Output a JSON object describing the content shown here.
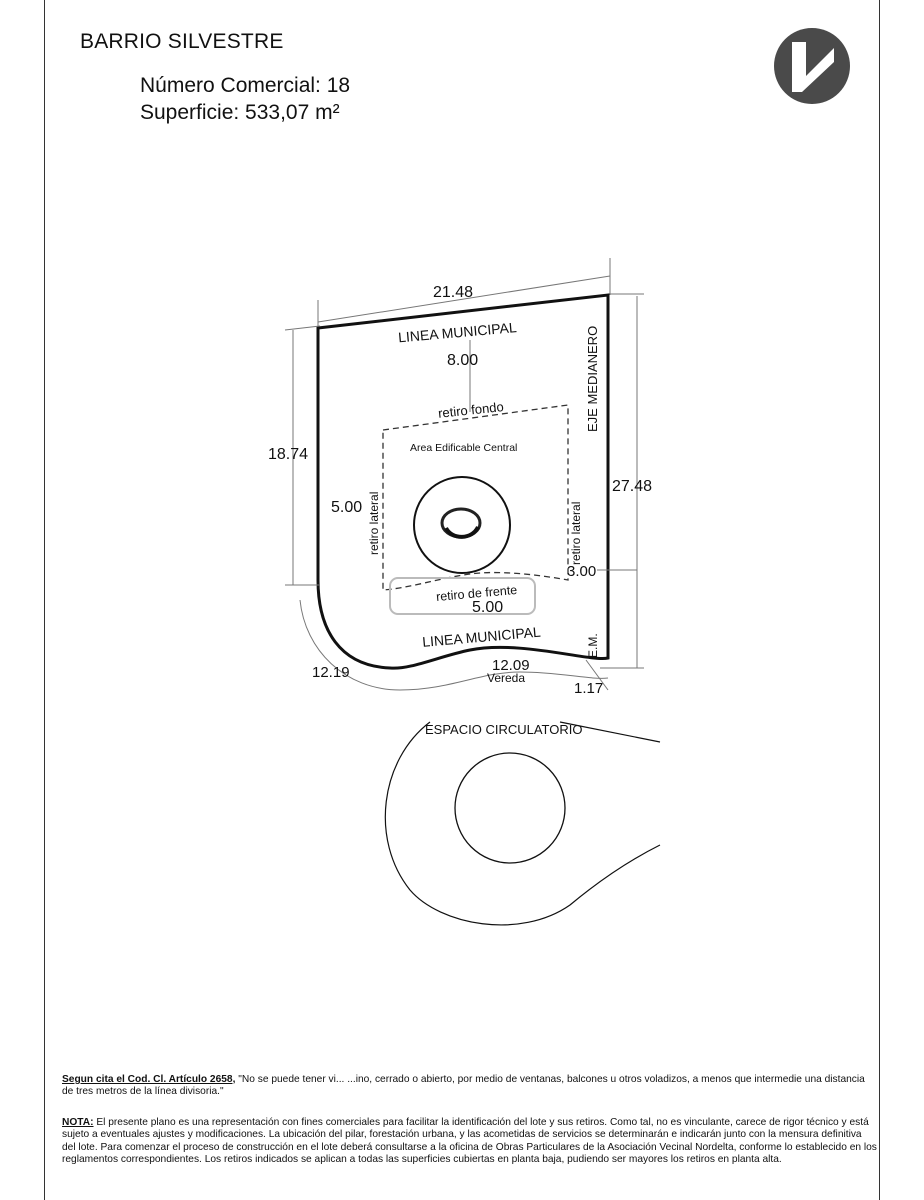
{
  "header": {
    "barrio": "BARRIO SILVESTRE",
    "numero_comercial": "Número Comercial: 18",
    "superficie": "Superficie: 533,07 m²"
  },
  "logo": {
    "icon": "brand-logo-icon",
    "color": "#4a4a4a"
  },
  "plan": {
    "dim_top": "21.48",
    "dim_left": "18.74",
    "dim_right": "27.48",
    "dim_bottom_left": "12.19",
    "dim_bottom": "12.09",
    "dim_bottom_right": "1.17",
    "linea_municipal_top": "LINEA MUNICIPAL",
    "linea_municipal_bottom": "LINEA MUNICIPAL",
    "eje_medianero": "EJE MEDIANERO",
    "em": "E.M.",
    "vereda": "Vereda",
    "retiro_fondo_value": "8.00",
    "retiro_fondo": "retiro fondo",
    "area_edificable": "Area Edificable Central",
    "retiro_lateral_left": "retiro lateral",
    "retiro_lateral_left_value": "5.00",
    "retiro_lateral_right": "retiro lateral",
    "retiro_lateral_right_value": "3.00",
    "retiro_frente": "retiro de frente",
    "retiro_frente_value": "5.00",
    "espacio_circulatorio": "ESPACIO CIRCULATORIO"
  },
  "notes": {
    "cita_label": "Segun cita el Cod. Cl. Artículo 2658,",
    "cita_text": "\"No se puede tener vi... ...ino, cerrado o abierto, por medio de ventanas, balcones u otros voladizos, a menos que intermedie una distancia de tres metros de la línea divisoria.\"",
    "nota_label": "NOTA:",
    "nota_text": "El presente plano es una representación con fines comerciales para facilitar la identificación del lote y sus retiros. Como tal, no es vinculante, carece de rigor técnico y está sujeto a eventuales ajustes y modificaciones. La ubicación del pilar, forestación urbana, y las acometidas de servicios se determinarán e indicarán junto con la mensura definitiva del lote. Para comenzar el proceso de construcción en el lote deberá consultarse a la oficina de Obras Particulares de la Asociación Vecinal Nordelta, conforme lo establecido en los reglamentos correspondientes. Los retiros indicados se aplican a todas las superficies cubiertas en planta baja, pudiendo ser mayores los retiros en planta alta."
  }
}
